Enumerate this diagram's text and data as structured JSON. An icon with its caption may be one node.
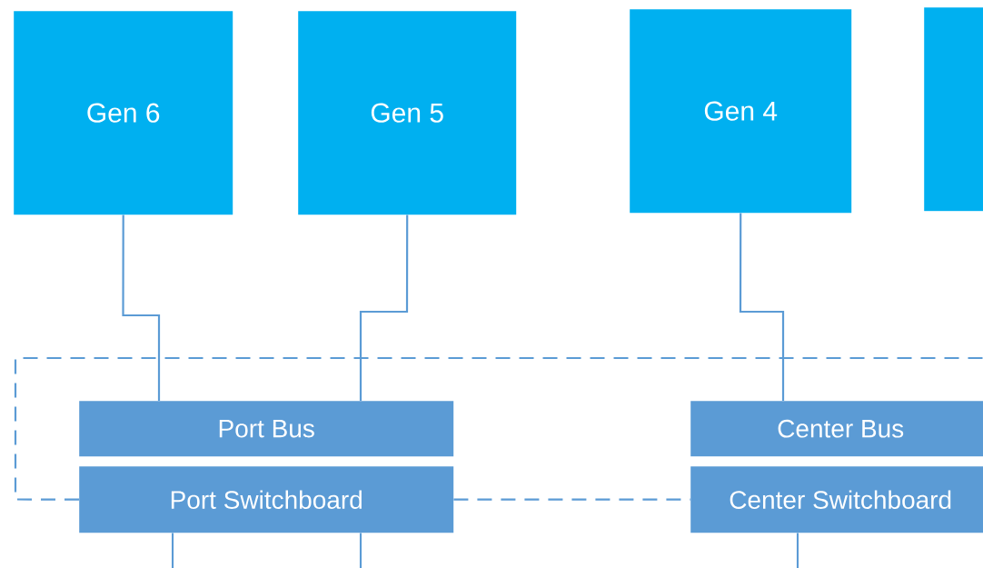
{
  "diagram": {
    "nodes": [
      {
        "text": [
          "Gen 6"
        ]
      },
      {
        "text": [
          "Gen 5"
        ]
      },
      {
        "text": [
          "Gen 4"
        ]
      },
      {
        "text": [],
        "shape": "box"
      },
      {
        "text": [
          "Port Bus"
        ]
      },
      {
        "text": [
          "Port Switchboard"
        ]
      },
      {
        "text": [
          "Center Bus"
        ]
      },
      {
        "text": [
          "Center Switchboard"
        ]
      }
    ],
    "edges": [
      {
        "from": 0,
        "to": 4,
        "arrow": "none"
      },
      {
        "from": 1,
        "to": 4,
        "arrow": "none"
      },
      {
        "from": 2,
        "to": 6,
        "arrow": "none"
      },
      {
        "from": 5,
        "to": null,
        "arrow": "none"
      },
      {
        "from": 5,
        "to": null,
        "arrow": "none"
      },
      {
        "from": 7,
        "to": null,
        "arrow": "none"
      },
      {
        "from": 5,
        "to": 7,
        "arrow": "none",
        "style": "dashed"
      },
      {
        "from": 5,
        "to": null,
        "arrow": "none",
        "style": "dashed"
      }
    ]
  }
}
